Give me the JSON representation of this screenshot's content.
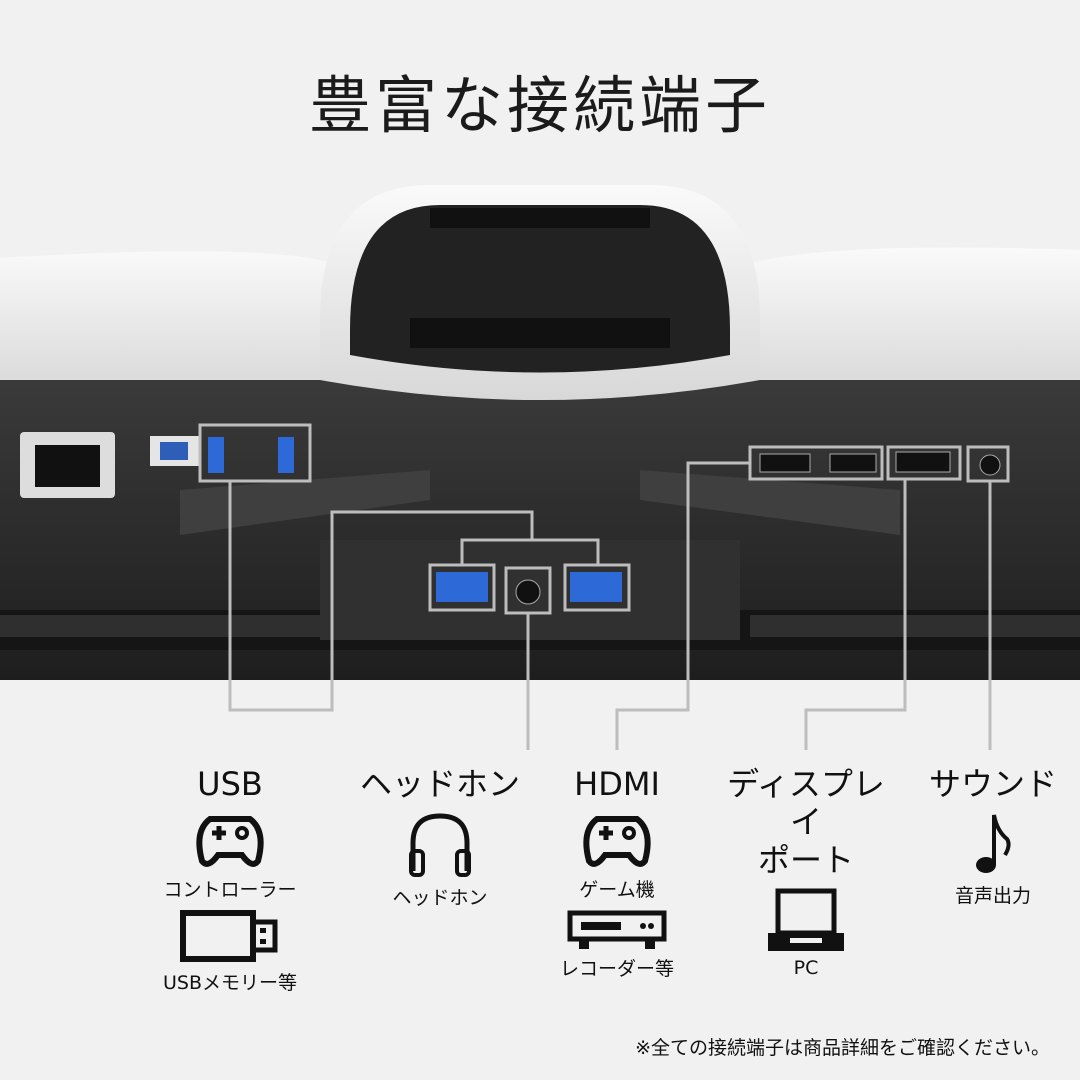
{
  "title": "豊富な接続端子",
  "connectors": [
    {
      "label": "USB",
      "uses": [
        {
          "icon": "gamepad-icon",
          "text": "コントローラー"
        },
        {
          "icon": "usb-stick-icon",
          "text": "USBメモリー等"
        }
      ]
    },
    {
      "label": "ヘッドホン",
      "uses": [
        {
          "icon": "headphones-icon",
          "text": "ヘッドホン"
        }
      ]
    },
    {
      "label": "HDMI",
      "uses": [
        {
          "icon": "gamepad-icon",
          "text": "ゲーム機"
        },
        {
          "icon": "recorder-icon",
          "text": "レコーダー等"
        }
      ]
    },
    {
      "label": "ディスプレイポート",
      "label_line1": "ディスプレイ",
      "label_line2": "ポート",
      "uses": [
        {
          "icon": "laptop-icon",
          "text": "PC"
        }
      ]
    },
    {
      "label": "サウンド",
      "uses": [
        {
          "icon": "music-note-icon",
          "text": "音声出力"
        }
      ]
    }
  ],
  "note": "※全ての接続端子は商品詳細をご確認ください。",
  "colors": {
    "background": "#f1f1f1",
    "monitor_body": "#2a2a2a",
    "shell": "#e6e6e6",
    "callout_line": "#bdbdbd"
  }
}
